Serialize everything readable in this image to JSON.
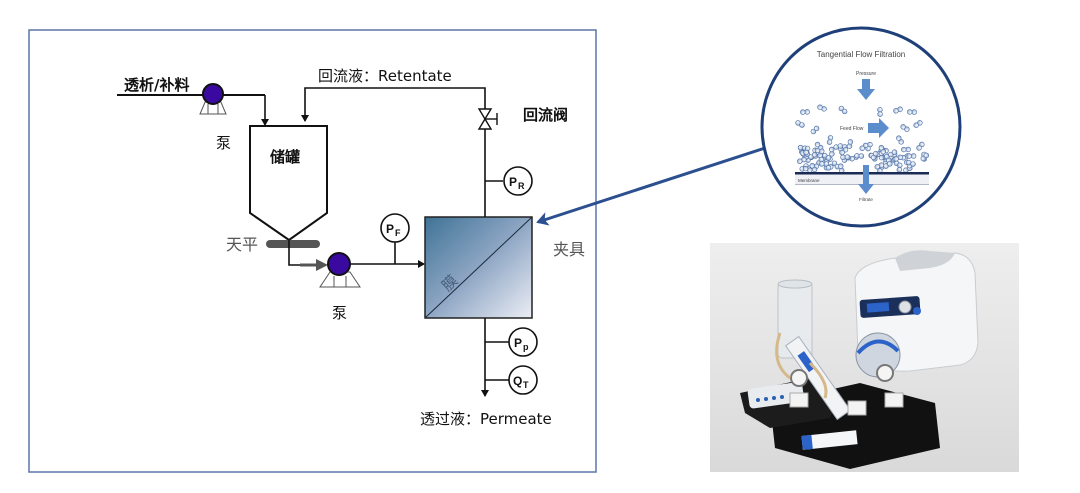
{
  "diagram": {
    "title": "Tangential flow filtration system schematic",
    "labels": {
      "diafiltration_feed": "透析/补料",
      "pump_top": "泵",
      "tank": "储罐",
      "retentate": "回流液：Retentate",
      "retentate_valve": "回流阀",
      "balance": "天平",
      "pump_bottom": "泵",
      "membrane": "膜",
      "holder": "夹具",
      "permeate": "透过液：Permeate"
    },
    "gauges": {
      "pr": {
        "main": "P",
        "sub": "R"
      },
      "pf": {
        "main": "P",
        "sub": "F"
      },
      "pp": {
        "main": "P",
        "sub": "p"
      },
      "qt": {
        "main": "Q",
        "sub": "T"
      }
    },
    "colors": {
      "frame": "#5b77a8",
      "pump_fill": "#3a0aa0",
      "callout_arrow": "#2b4f8f",
      "membrane_dark": "#3f7396",
      "membrane_light": "#e6e9f2",
      "balance": "#555555"
    }
  },
  "inset": {
    "title": "Tangential Flow Filtration",
    "pressure": "Pressure",
    "feed_flow": "Feed Flow",
    "membrane": "Membrane",
    "filtrate": "Filtrate"
  },
  "photo": {
    "description": "Benchtop TFF system with peristaltic pump, reservoir, pressure gauges and membrane cassette"
  }
}
